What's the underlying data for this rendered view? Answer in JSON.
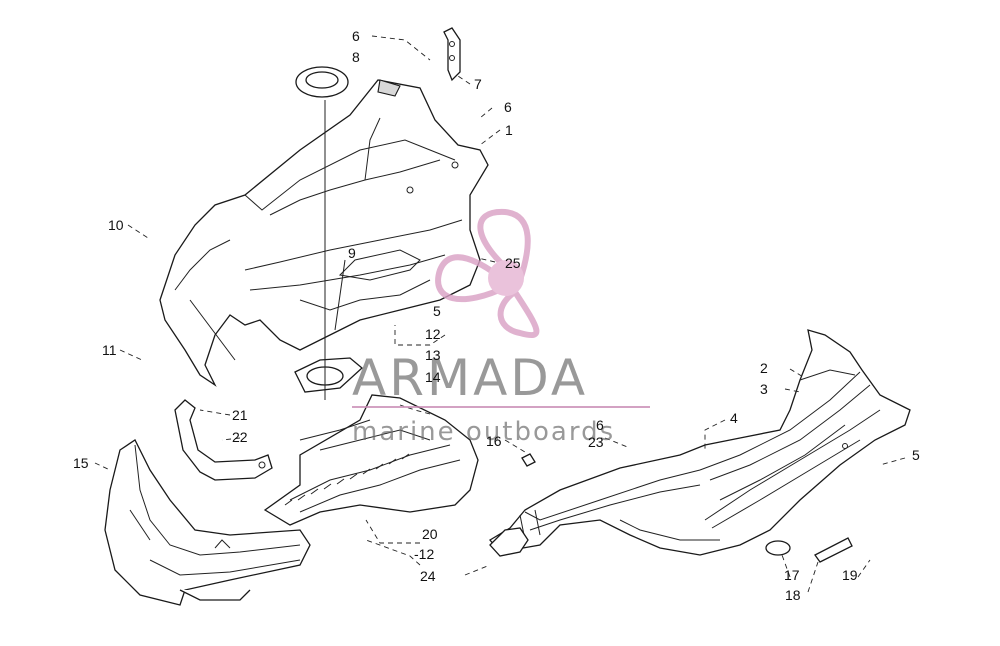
{
  "callouts": {
    "c1": "1",
    "c2": "2",
    "c3": "3",
    "c4": "4",
    "c5a": "5",
    "c5b": "5",
    "c6a": "6",
    "c6b": "6",
    "c6c": "6",
    "c7": "7",
    "c8": "8",
    "c9": "9",
    "c10": "10",
    "c11": "11",
    "c12a": "12",
    "c12b": "-12",
    "c13": "13",
    "c14": "14",
    "c15": "15",
    "c16": "16",
    "c17": "17",
    "c18": "18",
    "c19": "19",
    "c20": "20",
    "c21": "21",
    "c22": "22",
    "c23": "23",
    "c24": "24",
    "c25": "25"
  },
  "watermark": {
    "brand": "ARMADA",
    "tagline": "marine outboards",
    "colors": {
      "propeller": "#d9a0c4",
      "propeller_hub": "#e6b3d3",
      "text": "#6a6a6a",
      "line": "#c98bb5"
    }
  }
}
